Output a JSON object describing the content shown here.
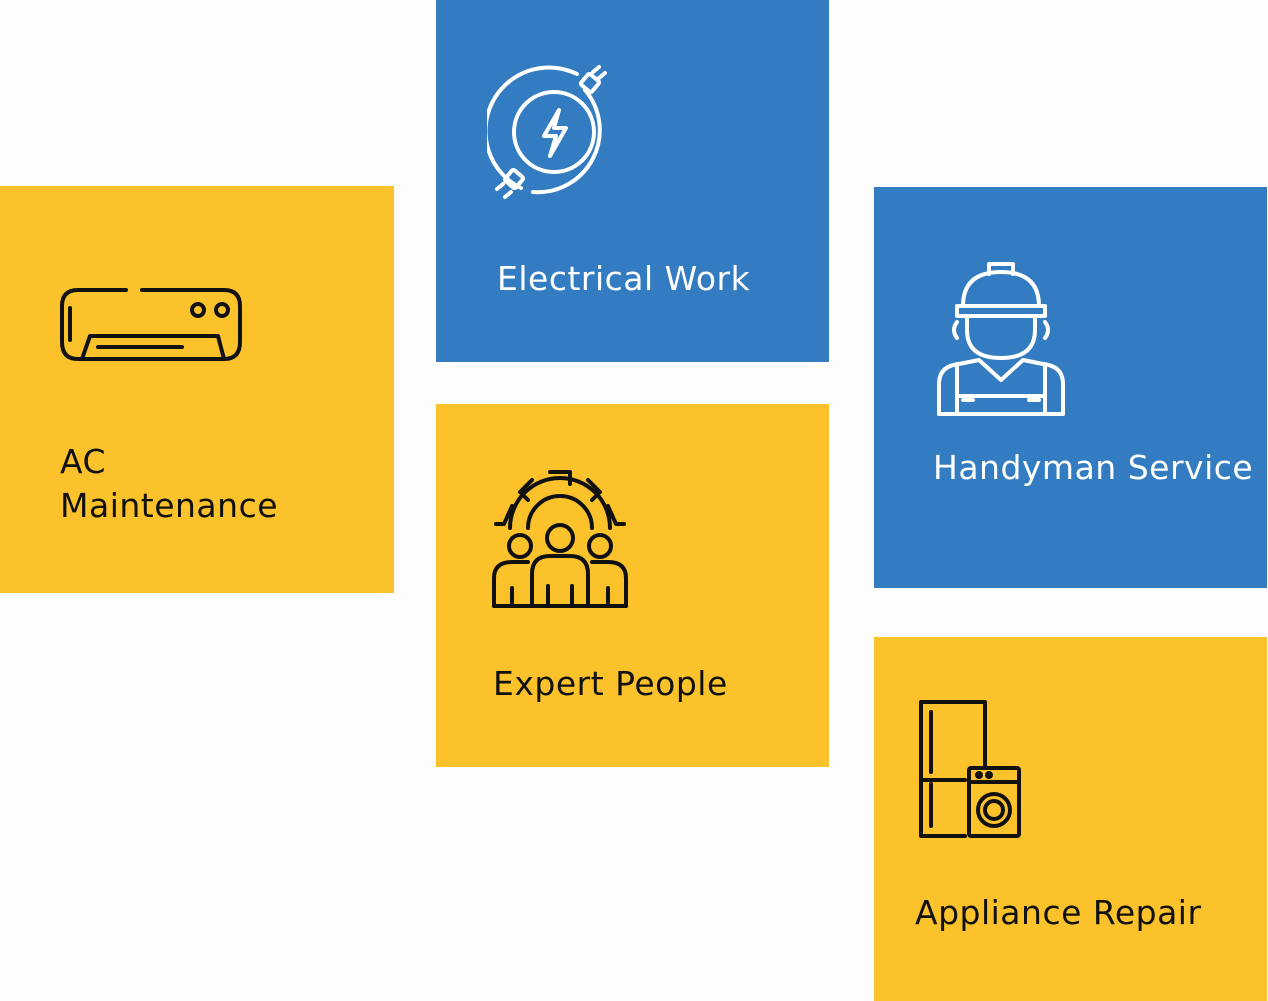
{
  "colors": {
    "yellow": "#fbc22b",
    "blue": "#337cc1",
    "background": "#fdfdfd"
  },
  "cards": [
    {
      "id": "ac",
      "icon": "air-conditioner-icon",
      "lines": [
        "AC",
        "Maintenance"
      ],
      "color": "yellow"
    },
    {
      "id": "electrical",
      "icon": "electric-plug-icon",
      "lines": [
        "Electrical Work"
      ],
      "color": "blue"
    },
    {
      "id": "expert",
      "icon": "team-gear-icon",
      "lines": [
        "Expert People"
      ],
      "color": "yellow"
    },
    {
      "id": "handyman",
      "icon": "worker-helmet-icon",
      "lines": [
        "Handyman",
        "Service"
      ],
      "color": "blue"
    },
    {
      "id": "appliance",
      "icon": "appliances-icon",
      "lines": [
        "Appliance Repair"
      ],
      "color": "yellow"
    }
  ]
}
